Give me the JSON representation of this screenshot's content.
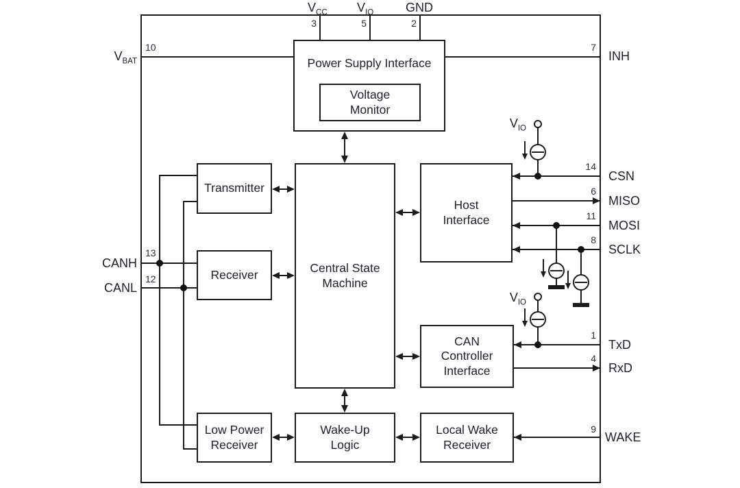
{
  "colors": {
    "line": "#1b1b1b",
    "text": "#20202c",
    "background": "#ffffff"
  },
  "blocks": {
    "power_supply_interface": {
      "label": "Power Supply Interface"
    },
    "voltage_monitor": {
      "label": "Voltage\nMonitor"
    },
    "transmitter": {
      "label": "Transmitter"
    },
    "receiver": {
      "label": "Receiver"
    },
    "central_state_machine": {
      "label": "Central State\nMachine"
    },
    "host_interface": {
      "label": "Host\nInterface"
    },
    "can_controller_interface": {
      "label": "CAN\nController\nInterface"
    },
    "low_power_receiver": {
      "label": "Low Power\nReceiver"
    },
    "wake_up_logic": {
      "label": "Wake-Up\nLogic"
    },
    "local_wake_receiver": {
      "label": "Local Wake\nReceiver"
    }
  },
  "pins": {
    "vcc": {
      "base": "V",
      "sub": "CC",
      "number": "3"
    },
    "vio": {
      "base": "V",
      "sub": "IO",
      "number": "5"
    },
    "gnd": {
      "label": "GND",
      "number": "2"
    },
    "vbat": {
      "base": "V",
      "sub": "BAT",
      "number": "10"
    },
    "inh": {
      "label": "INH",
      "number": "7"
    },
    "canh": {
      "label": "CANH",
      "number": "13"
    },
    "canl": {
      "label": "CANL",
      "number": "12"
    },
    "csn": {
      "label": "CSN",
      "number": "14"
    },
    "miso": {
      "label": "MISO",
      "number": "6"
    },
    "mosi": {
      "label": "MOSI",
      "number": "11"
    },
    "sclk": {
      "label": "SCLK",
      "number": "8"
    },
    "txd": {
      "label": "TxD",
      "number": "1"
    },
    "rxd": {
      "label": "RxD",
      "number": "4"
    },
    "wake": {
      "label": "WAKE",
      "number": "9"
    }
  },
  "annotations": {
    "vio_supply": {
      "base": "V",
      "sub": "IO"
    }
  }
}
